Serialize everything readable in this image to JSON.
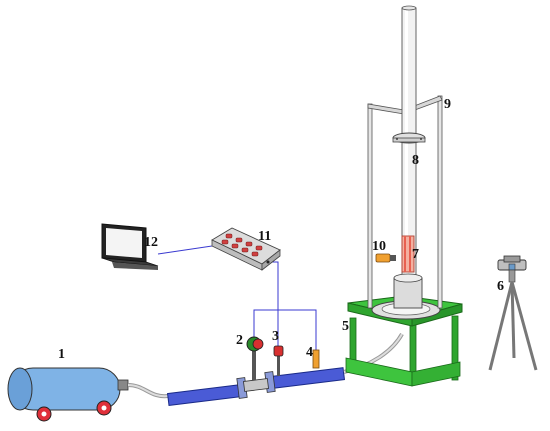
{
  "labels": {
    "l1": "1",
    "l2": "2",
    "l3": "3",
    "l4": "4",
    "l5": "5",
    "l6": "6",
    "l7": "7",
    "l8": "8",
    "l9": "9",
    "l10": "10",
    "l11": "11",
    "l12": "12"
  },
  "colors": {
    "tank": "#7fb3e6",
    "pipe": "#4a5bd6",
    "pipe_dark": "#2a3aa8",
    "stand": "#3ec43e",
    "wire": "#3a3ad0",
    "wheel": "#e0303a",
    "sensor_orange": "#f0a030",
    "column": "#f2f2f2",
    "specimen": "#f08070",
    "box": "#d8d8d8",
    "box_key": "#d04040"
  },
  "icons": {
    "tank": "gas-cylinder-icon",
    "laptop": "laptop-icon",
    "daq": "data-acquisition-box-icon",
    "camera": "camera-tripod-icon"
  }
}
